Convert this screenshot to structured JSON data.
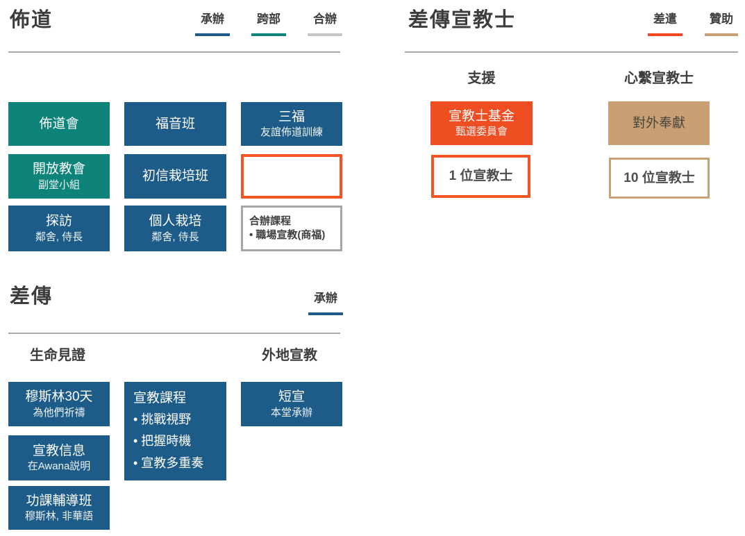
{
  "colors": {
    "teal": "#0e837a",
    "blue": "#1d5b88",
    "orange_fill": "#ef4e23",
    "orange_outline": "#f15524",
    "legend_orange": "#f2461e",
    "tan": "#c9a074",
    "silver": "#c7c7c7",
    "gray_border": "#a6a6a6",
    "rule_gray": "#a8a8a8",
    "heading_text": "#3d3d3d"
  },
  "evangelism": {
    "title": "佈道",
    "legend": [
      {
        "label": "承辦",
        "color": "#1d5b88"
      },
      {
        "label": "跨部",
        "color": "#0e837a"
      },
      {
        "label": "合辦",
        "color": "#c7c7c7"
      }
    ],
    "boxes": [
      {
        "title": "佈道會"
      },
      {
        "title": "福音班"
      },
      {
        "title": "三福",
        "subtitle": "友誼佈道訓練"
      },
      {
        "title": "開放教會",
        "subtitle": "副堂小組"
      },
      {
        "title": "初信栽培班"
      },
      {
        "title": ""
      },
      {
        "title": "探訪",
        "subtitle": "鄰舍, 侍長"
      },
      {
        "title": "個人栽培",
        "subtitle": "鄰舍, 侍長"
      },
      {
        "title": "合辦課程",
        "subtitle": "• 職場宣教(商福)"
      }
    ]
  },
  "missions": {
    "title": "差傳",
    "legend": [
      {
        "label": "承辦",
        "color": "#1d5b88"
      }
    ],
    "group_headings": [
      "生命見證",
      "外地宣教"
    ],
    "boxes": [
      {
        "title": "穆斯林30天",
        "subtitle": "為他們祈禱"
      },
      {
        "title": "宣教信息",
        "subtitle": "在Awana説明"
      },
      {
        "title": "功課輔導班",
        "subtitle": "穆斯林, 非華語"
      },
      {
        "title": "宣教課程",
        "bullets": [
          "• 挑戰視野",
          "• 把握時機",
          "• 宣教多重奏"
        ]
      },
      {
        "title": "短宣",
        "subtitle": "本堂承辦"
      }
    ]
  },
  "missionaries": {
    "title": "差傳宣教士",
    "legend": [
      {
        "label": "差遣",
        "color": "#f2461e"
      },
      {
        "label": "贊助",
        "color": "#c9a074"
      }
    ],
    "column_headings": [
      "支援",
      "心繫宣教士"
    ],
    "boxes": [
      {
        "title": "宣教士基金",
        "subtitle": "甄選委員會"
      },
      {
        "title": "對外奉獻"
      },
      {
        "title": "1 位宣教士"
      },
      {
        "title": "10 位宣教士"
      }
    ]
  }
}
